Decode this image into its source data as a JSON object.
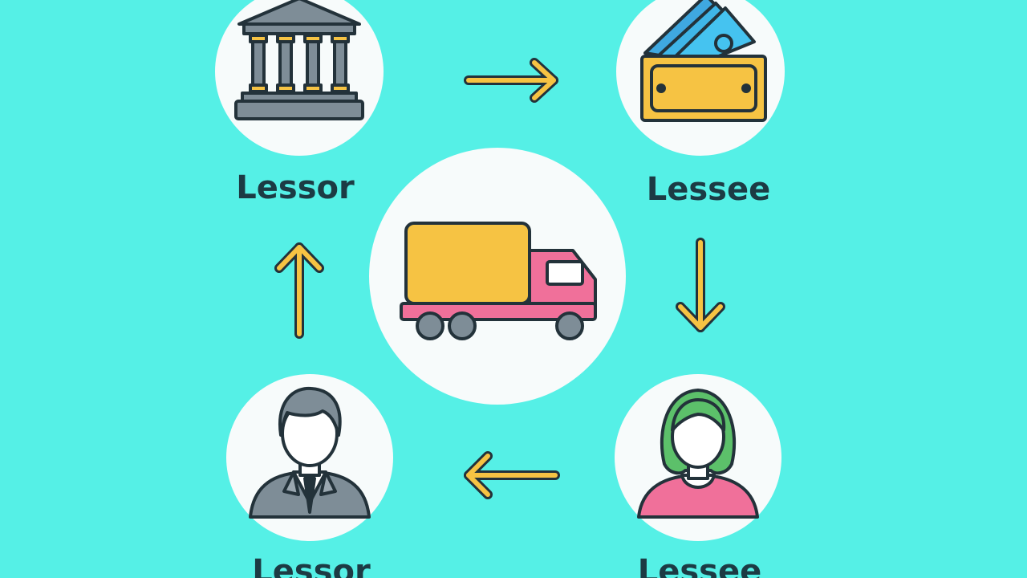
{
  "diagram": {
    "background_color": "#55f0e6",
    "circle_color": "#f7fbfb",
    "label_color": "#1c3b44",
    "arrow_color": "#f6c343",
    "nodes": {
      "top_left": {
        "icon": "bank-icon",
        "label": "Lessor"
      },
      "top_right": {
        "icon": "money-wallet-icon",
        "label": "Lessee"
      },
      "center": {
        "icon": "truck-icon"
      },
      "bottom_left": {
        "icon": "businessman-icon",
        "label": "Lessor"
      },
      "bottom_right": {
        "icon": "woman-icon",
        "label": "Lessee"
      }
    },
    "arrows": [
      {
        "direction": "right",
        "from": "top_left",
        "to": "top_right"
      },
      {
        "direction": "down",
        "from": "top_right",
        "to": "bottom_right"
      },
      {
        "direction": "left",
        "from": "bottom_right",
        "to": "bottom_left"
      },
      {
        "direction": "up",
        "from": "bottom_left",
        "to": "top_left"
      }
    ]
  }
}
